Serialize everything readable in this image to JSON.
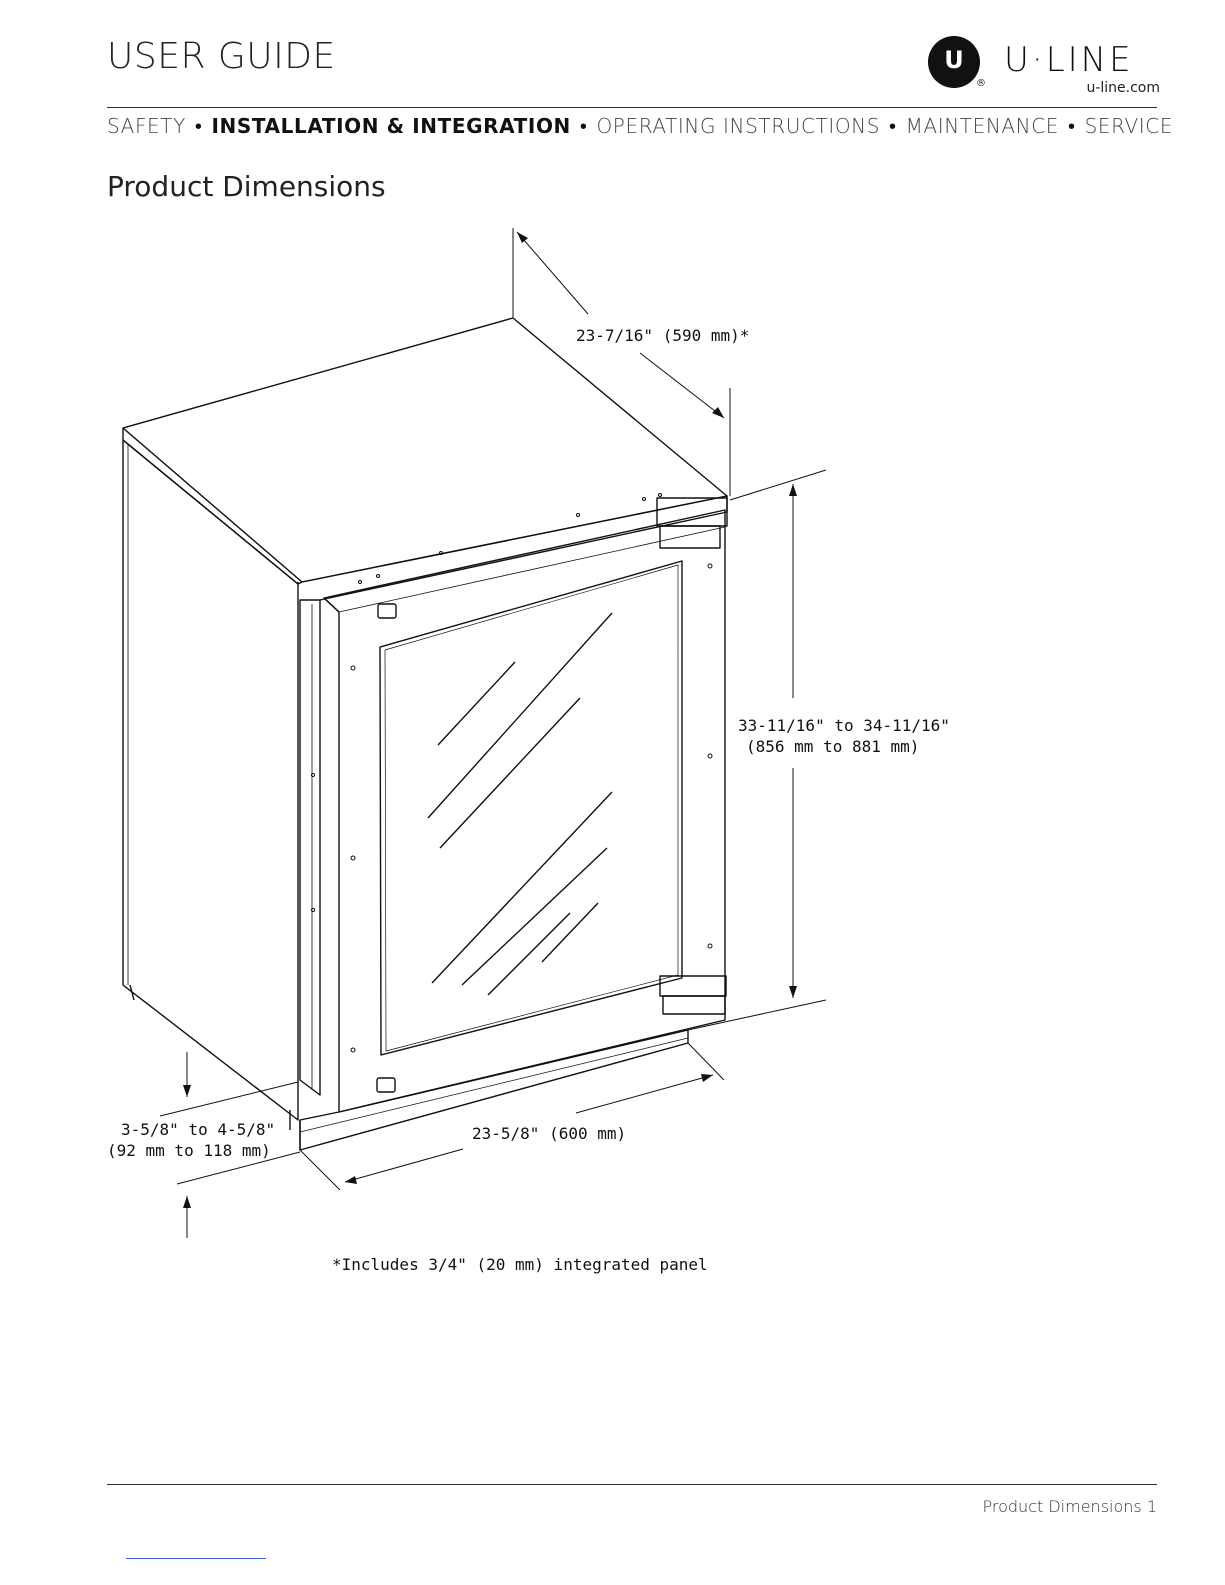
{
  "header": {
    "title": "USER GUIDE",
    "brand": "U·LINE",
    "brand_url": "u-line.com",
    "logo_letter": "U",
    "reg_mark": "®"
  },
  "nav": {
    "items": [
      {
        "label": "SAFETY",
        "active": false
      },
      {
        "label": "INSTALLATION & INTEGRATION",
        "active": true
      },
      {
        "label": "OPERATING INSTRUCTIONS",
        "active": false
      },
      {
        "label": "MAINTENANCE",
        "active": false
      },
      {
        "label": "SERVICE",
        "active": false
      }
    ],
    "separator": "•"
  },
  "section": {
    "title": "Product Dimensions"
  },
  "dimensions": {
    "depth": "23-7/16\" (590 mm)*",
    "height_line1": "33-11/16\" to 34-11/16\"",
    "height_line2": "(856 mm to 881 mm)",
    "width": "23-5/8\" (600 mm)",
    "toe_line1": "3-5/8\" to 4-5/8\"",
    "toe_line2": "(92 mm to 118 mm)"
  },
  "footnote": "*Includes 3/4\" (20 mm) integrated panel",
  "footer": {
    "label": "Product Dimensions 1"
  }
}
